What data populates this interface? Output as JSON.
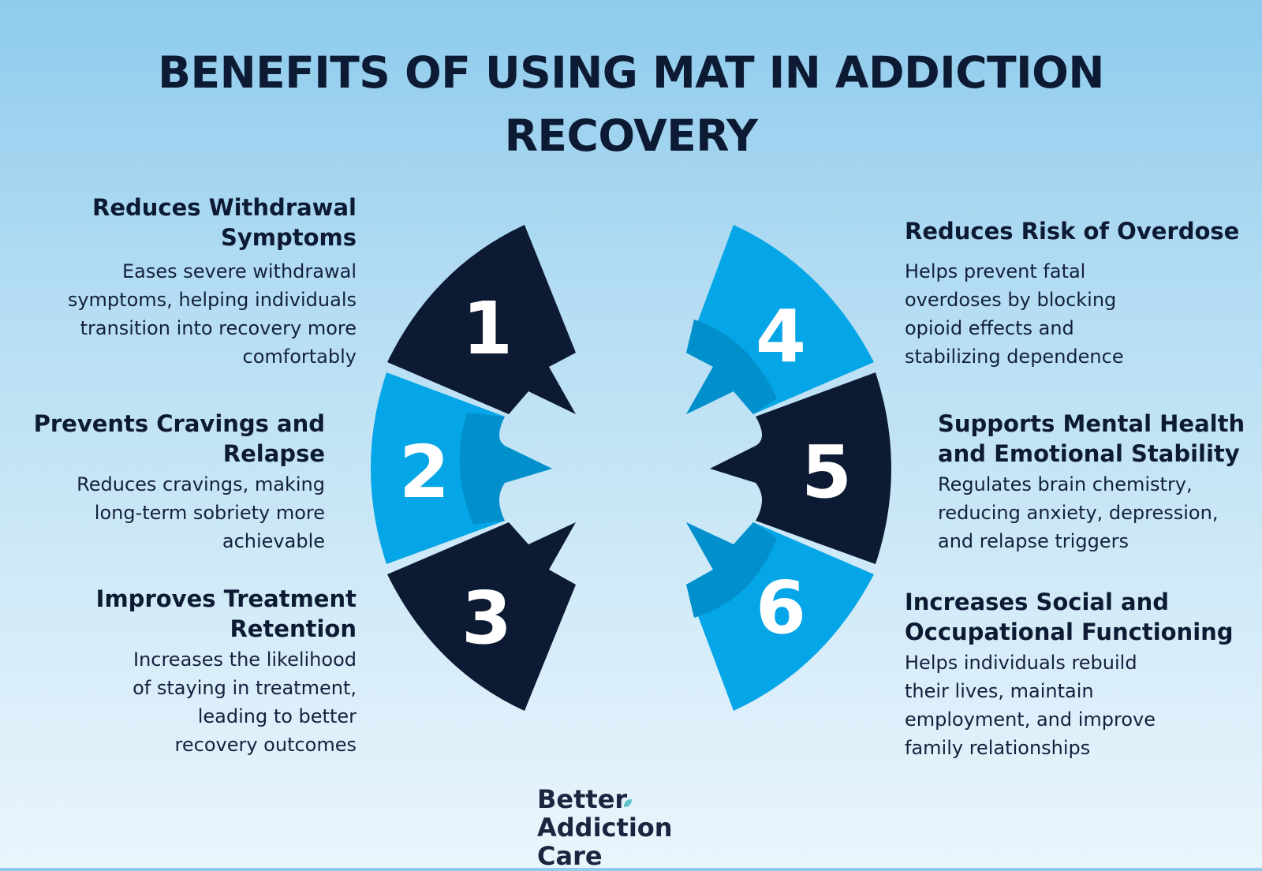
{
  "title": {
    "line1": "BENEFITS OF USING MAT IN ADDICTION",
    "line2": "RECOVERY"
  },
  "colors": {
    "dark_navy": "#0d1a33",
    "bright_blue": "#05a6e7",
    "mid_blue": "#0290cc",
    "logo_leaf": "#5fc4c9"
  },
  "segments": [
    {
      "number": "1",
      "color": "dark_navy"
    },
    {
      "number": "2",
      "color": "bright_blue"
    },
    {
      "number": "3",
      "color": "dark_navy"
    },
    {
      "number": "4",
      "color": "bright_blue"
    },
    {
      "number": "5",
      "color": "dark_navy"
    },
    {
      "number": "6",
      "color": "bright_blue"
    }
  ],
  "items": [
    {
      "heading": "Reduces Withdrawal Symptoms",
      "heading_lines": [
        "Reduces Withdrawal",
        "Symptoms"
      ],
      "body_lines": [
        "Eases severe withdrawal",
        "symptoms, helping individuals",
        "transition into recovery more",
        "comfortably"
      ]
    },
    {
      "heading": "Prevents Cravings and Relapse",
      "heading_lines": [
        "Prevents Cravings and",
        "Relapse"
      ],
      "body_lines": [
        "Reduces cravings, making",
        "long-term sobriety more",
        "achievable"
      ]
    },
    {
      "heading": "Improves Treatment Retention",
      "heading_lines": [
        "Improves Treatment",
        "Retention"
      ],
      "body_lines": [
        "Increases the likelihood",
        "of staying in treatment,",
        "leading to better",
        "recovery outcomes"
      ]
    },
    {
      "heading": "Reduces Risk of Overdose",
      "heading_lines": [
        "Reduces Risk of Overdose"
      ],
      "body_lines": [
        "Helps prevent fatal",
        "overdoses by blocking",
        "opioid effects and",
        "stabilizing dependence"
      ]
    },
    {
      "heading": "Supports Mental Health and Emotional Stability",
      "heading_lines": [
        "Supports Mental Health",
        "and Emotional Stability"
      ],
      "body_lines": [
        "Regulates brain chemistry,",
        "reducing anxiety, depression,",
        "and relapse triggers"
      ]
    },
    {
      "heading": "Increases Social and Occupational Functioning",
      "heading_lines": [
        "Increases Social and",
        "Occupational Functioning"
      ],
      "body_lines": [
        "Helps individuals rebuild",
        "their lives, maintain",
        "employment, and improve",
        "family relationships"
      ]
    }
  ],
  "logo": {
    "line1": "Better",
    "line2": "Addiction Care"
  }
}
